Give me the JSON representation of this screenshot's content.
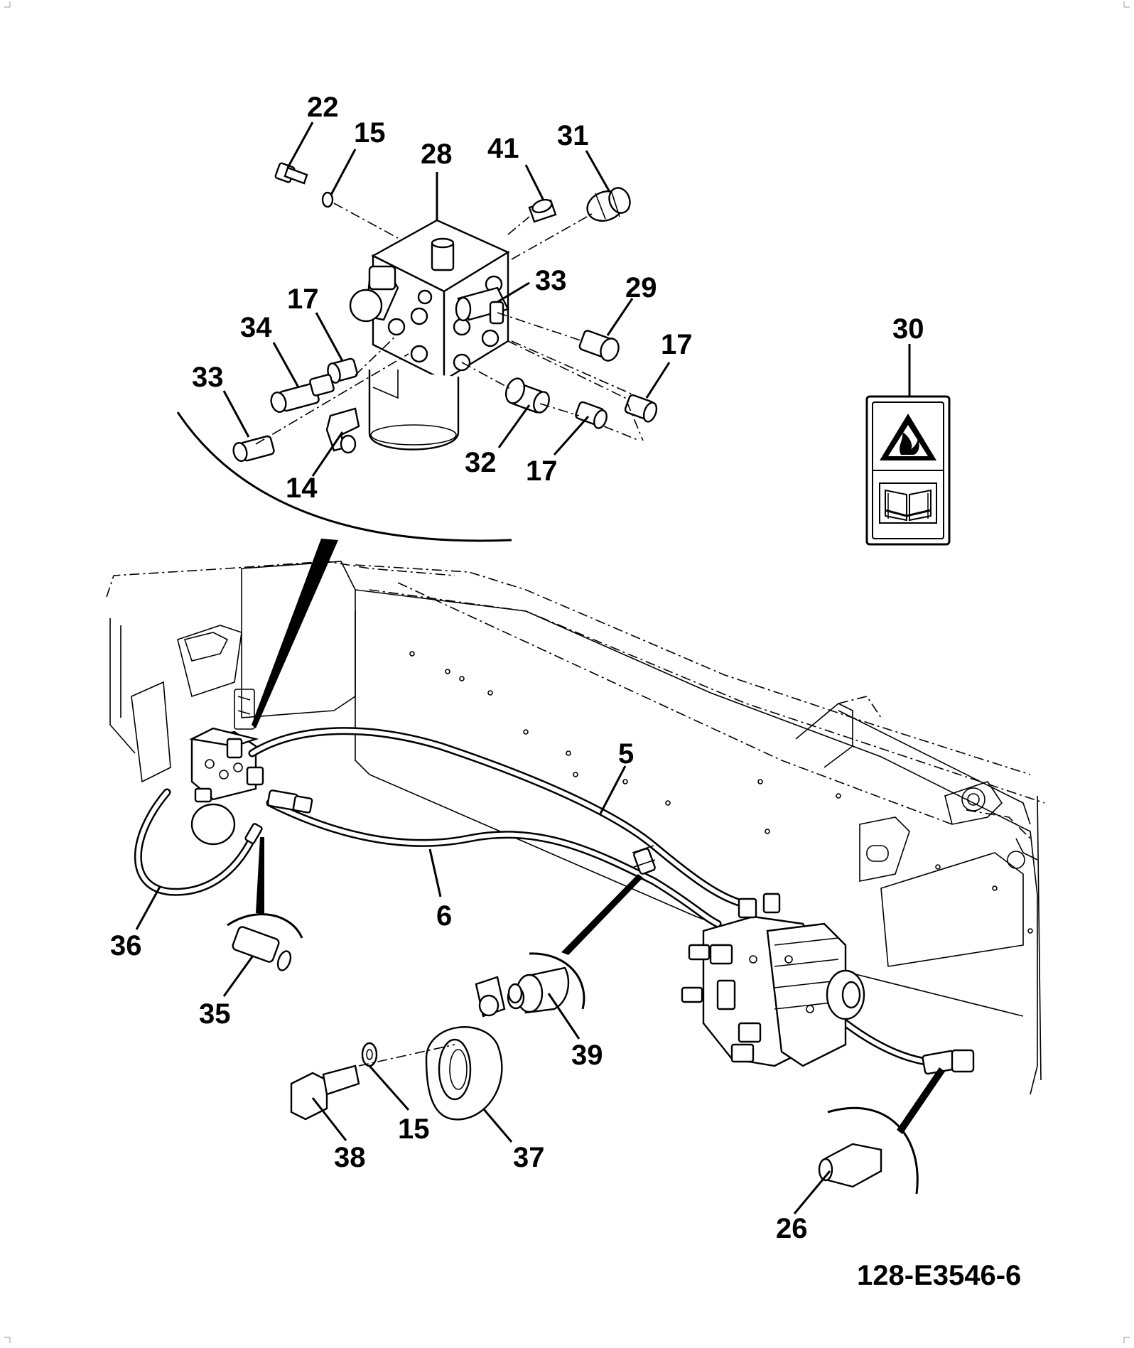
{
  "figure_id": "128-E3546-6",
  "callouts": {
    "c22": "22",
    "c15a": "15",
    "c28": "28",
    "c41": "41",
    "c31": "31",
    "c33a": "33",
    "c17a": "17",
    "c34": "34",
    "c29": "29",
    "c17b": "17",
    "c33b": "33",
    "c32": "32",
    "c17c": "17",
    "c14": "14",
    "c30": "30",
    "c5": "5",
    "c6": "6",
    "c36": "36",
    "c35": "35",
    "c39": "39",
    "c15b": "15",
    "c38": "38",
    "c37": "37",
    "c26": "26"
  },
  "icons": {
    "warning_label": "fire-warning-icon",
    "manual_label": "read-manual-icon"
  }
}
